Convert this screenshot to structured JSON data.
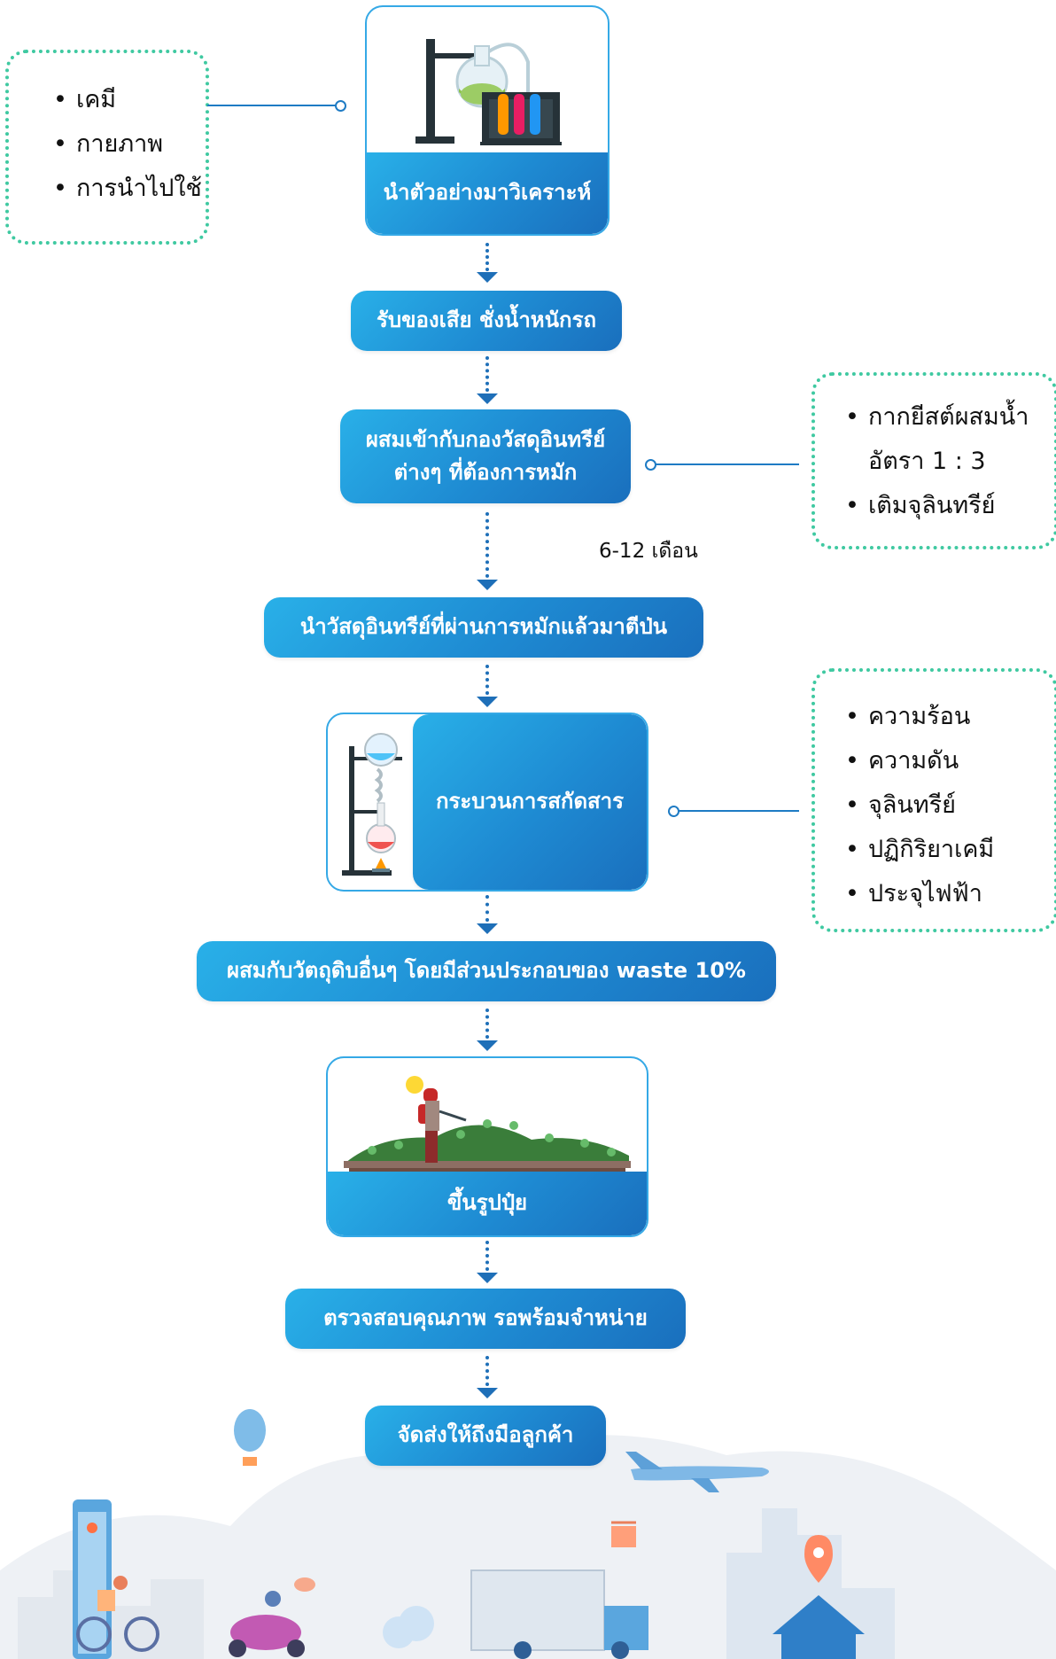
{
  "steps": [
    {
      "id": "s1",
      "label": "นำตัวอย่างมาวิเคราะห์"
    },
    {
      "id": "s2",
      "label": "รับของเสีย ชั่งน้ำหนักรถ"
    },
    {
      "id": "s3",
      "line1": "ผสมเข้ากับกองวัสดุอินทรีย์",
      "line2": "ต่างๆ ที่ต้องการหมัก"
    },
    {
      "id": "s4",
      "label": "นำวัสดุอินทรีย์ที่ผ่านการหมักแล้วมาตีป่น"
    },
    {
      "id": "s5",
      "label": "กระบวนการสกัดสาร"
    },
    {
      "id": "s6",
      "label": "ผสมกับวัตถุดิบอื่นๆ โดยมีส่วนประกอบของ waste 10%"
    },
    {
      "id": "s7",
      "label": "ขึ้นรูปปุ๋ย"
    },
    {
      "id": "s8",
      "label": "ตรวจสอบคุณภาพ รอพร้อมจำหน่าย"
    },
    {
      "id": "s9",
      "label": "จัดส่งให้ถึงมือลูกค้า"
    }
  ],
  "notes": {
    "analysis": [
      "เคมี",
      "กายภาพ",
      "การนำไปใช้"
    ],
    "compost_line1": "กากยีสต์ผสมน้ำ",
    "compost_line2": "อัตรา 1 : 3",
    "compost_line3": "เติมจุลินทรีย์",
    "extraction": [
      "ความร้อน",
      "ความดัน",
      "จุลินทรีย์",
      "ปฏิกิริยาเคมี",
      "ประจุไฟฟ้า"
    ]
  },
  "duration": "6-12 เดือน",
  "bullet_char": "•",
  "colors": {
    "accent": "#1e88d4",
    "dotted_border": "#3fc9a1",
    "connector": "#1e7bc4"
  }
}
